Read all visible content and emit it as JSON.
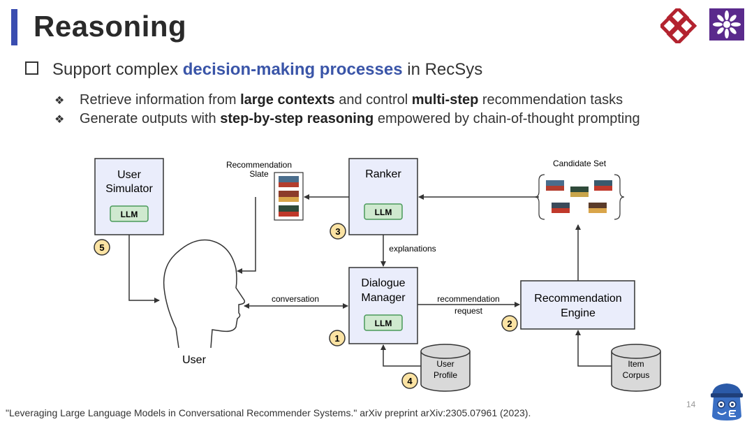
{
  "slide": {
    "title": "Reasoning",
    "page_number": "14",
    "citation": "\"Leveraging Large Language Models in Conversational Recommender Systems.\" arXiv preprint arXiv:2305.07961 (2023)."
  },
  "bullet": {
    "pre": "Support complex ",
    "highlight": "decision-making processes",
    "post": " in RecSys"
  },
  "subbullets": [
    {
      "a": "Retrieve information from ",
      "b1": "large contexts",
      "c": " and control ",
      "b2": "multi-step",
      "d": " recommendation tasks"
    },
    {
      "a": "Generate outputs with ",
      "b1": "step-by-step reasoning",
      "c": " empowered by chain-of-thought prompting",
      "b2": "",
      "d": ""
    }
  ],
  "diagram": {
    "user_simulator_line1": "User",
    "user_simulator_line2": "Simulator",
    "llm": "LLM",
    "rec_slate_line1": "Recommendation",
    "rec_slate_line2": "Slate",
    "ranker": "Ranker",
    "candidate_set": "Candidate Set",
    "explanations": "explanations",
    "dialogue_line1": "Dialogue",
    "dialogue_line2": "Manager",
    "conversation": "conversation",
    "rec_request_line1": "recommendation",
    "rec_request_line2": "request",
    "rec_engine_line1": "Recommendation",
    "rec_engine_line2": "Engine",
    "user": "User",
    "user_profile_line1": "User",
    "user_profile_line2": "Profile",
    "item_corpus_line1": "Item",
    "item_corpus_line2": "Corpus",
    "step1": "1",
    "step2": "2",
    "step3": "3",
    "step4": "4",
    "step5": "5"
  },
  "colors": {
    "accent": "#3a4db0",
    "highlight_text": "#3a55a8",
    "box_fill": "#eaedfb",
    "llm_fill": "#cfe9cf",
    "llm_stroke": "#4a9a5a",
    "step_fill": "#fbe3a3",
    "cylinder_fill": "#d9d9d9"
  }
}
